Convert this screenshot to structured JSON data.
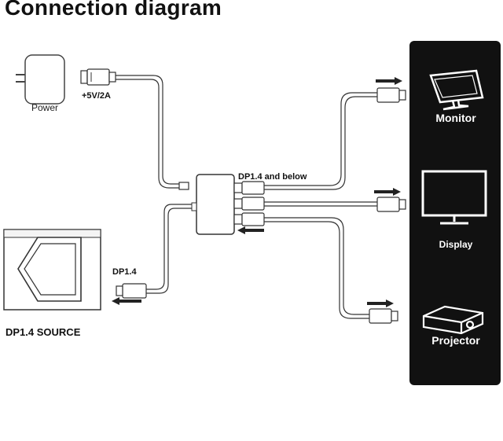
{
  "title": "Connection diagram",
  "labels": {
    "power": "Power",
    "voltage": "+5V/2A",
    "dp_and_below": "DP1.4 and below",
    "dp_in": "DP1.4",
    "source": "DP1.4 SOURCE"
  },
  "outputs": [
    {
      "label": "Monitor",
      "icon": "monitor-icon"
    },
    {
      "label": "Display",
      "icon": "display-icon"
    },
    {
      "label": "Projector",
      "icon": "projector-icon"
    }
  ],
  "colors": {
    "panel": "#111111",
    "line": "#222222",
    "background": "#ffffff"
  }
}
